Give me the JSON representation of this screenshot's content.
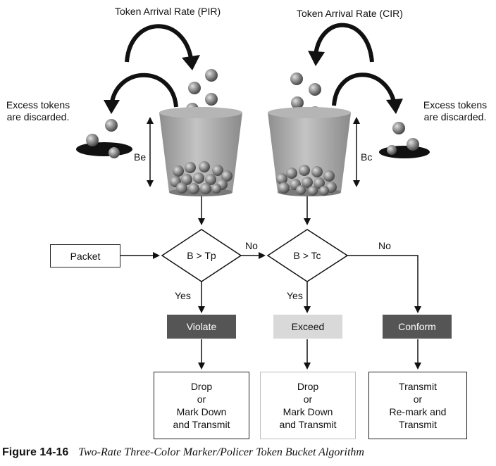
{
  "left_bucket": {
    "arrival_label": "Token Arrival Rate (PIR)",
    "excess_line1": "Excess tokens",
    "excess_line2": "are discarded.",
    "depth_label": "Be"
  },
  "right_bucket": {
    "arrival_label": "Token Arrival Rate (CIR)",
    "excess_line1": "Excess tokens",
    "excess_line2": "are discarded.",
    "depth_label": "Bc"
  },
  "packet_label": "Packet",
  "decision1": {
    "label": "B > Tp",
    "yes": "Yes",
    "no": "No"
  },
  "decision2": {
    "label": "B > Tc",
    "yes": "Yes",
    "no": "No"
  },
  "results": {
    "violate": "Violate",
    "exceed": "Exceed",
    "conform": "Conform"
  },
  "actions": {
    "violate": [
      "Drop",
      "or",
      "Mark Down",
      "and Transmit"
    ],
    "exceed": [
      "Drop",
      "or",
      "Mark Down",
      "and Transmit"
    ],
    "conform": [
      "Transmit",
      "or",
      "Re-mark and",
      "Transmit"
    ]
  },
  "caption": {
    "figure": "Figure 14-16",
    "title": "Two-Rate Three-Color Marker/Policer Token Bucket Algorithm"
  },
  "colors": {
    "violate_fill": "#555555",
    "exceed_fill": "#d9d9d9",
    "conform_fill": "#555555",
    "bucket_fill": "#a9a9a9",
    "token_fill": "#8a8a8a"
  }
}
